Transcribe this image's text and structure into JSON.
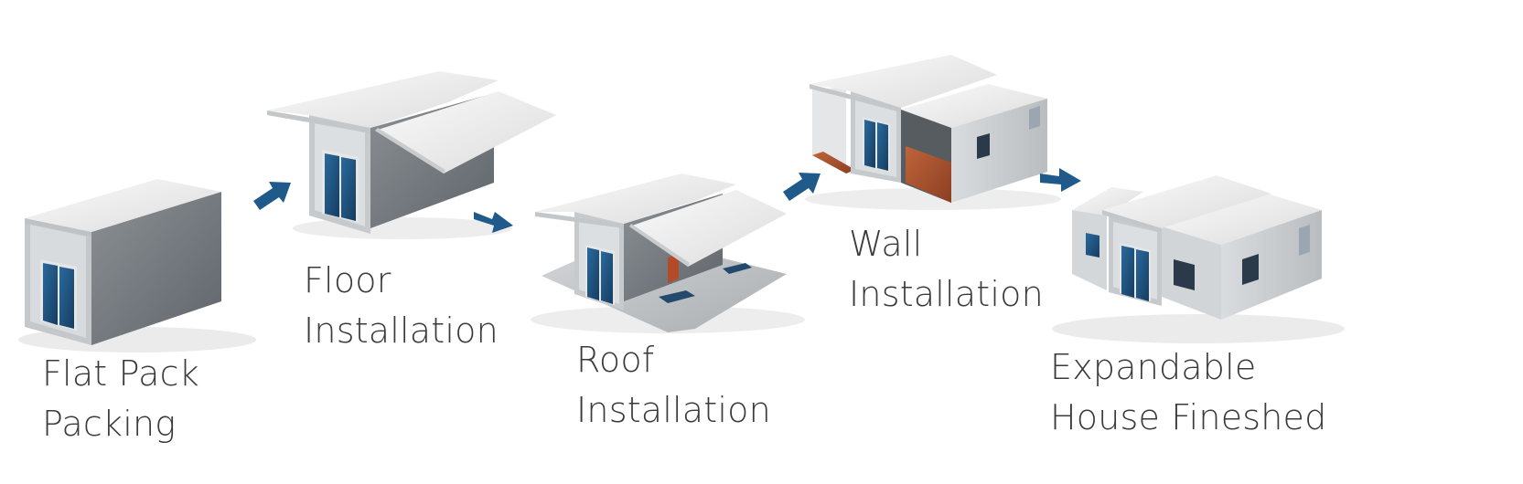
{
  "steps": [
    {
      "id": "flat-pack",
      "line1": "Flat Pack",
      "line2": "Packing"
    },
    {
      "id": "floor",
      "line1": "Floor",
      "line2": "Installation"
    },
    {
      "id": "roof",
      "line1": "Roof",
      "line2": "Installation"
    },
    {
      "id": "wall",
      "line1": "Wall",
      "line2": "Installation"
    },
    {
      "id": "finished",
      "line1": "Expandable",
      "line2": "House Fineshed"
    }
  ],
  "colors": {
    "arrow": "#1f5a8a",
    "label_text": "#3a3a3a",
    "roof_light": "#f2f2f2",
    "wall_gray": "#7d8387",
    "wall_light": "#c9ccce",
    "window_blue": "#1e4f7a",
    "floor_brown": "#a8512f",
    "frame": "#e9e9e9"
  },
  "icons": [
    "house-module-icon",
    "arrow-icon"
  ]
}
